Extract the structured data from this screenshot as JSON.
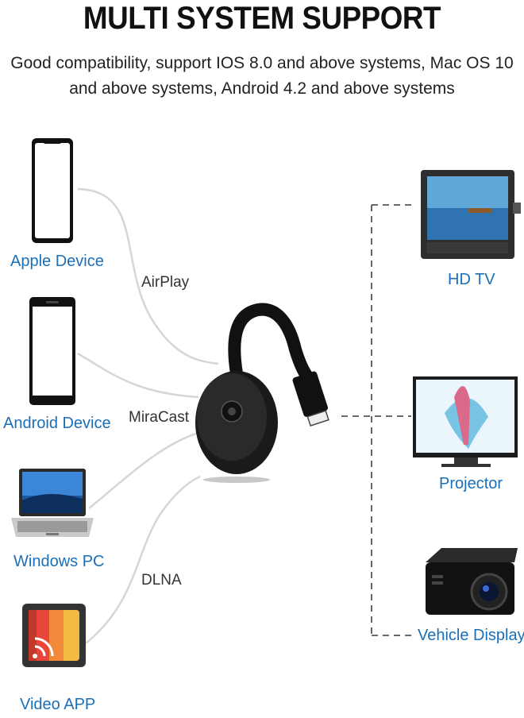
{
  "header": {
    "title": "MULTI SYSTEM SUPPORT",
    "subtitle": "Good compatibility, support IOS 8.0 and above systems, Mac OS 10 and above systems, Android 4.2 and above systems"
  },
  "sources": [
    {
      "label": "Apple Device"
    },
    {
      "label": "Android Device"
    },
    {
      "label": "Windows PC"
    },
    {
      "label": "Video APP"
    }
  ],
  "protocols": [
    {
      "label": "AirPlay"
    },
    {
      "label": "MiraCast"
    },
    {
      "label": "DLNA"
    }
  ],
  "outputs": [
    {
      "label": "HD TV"
    },
    {
      "label": "Projector"
    },
    {
      "label": "Vehicle Display"
    }
  ],
  "colors": {
    "label_blue": "#1a6fb8",
    "connector_gray": "#d6d6d6",
    "dash_gray": "#555555"
  }
}
